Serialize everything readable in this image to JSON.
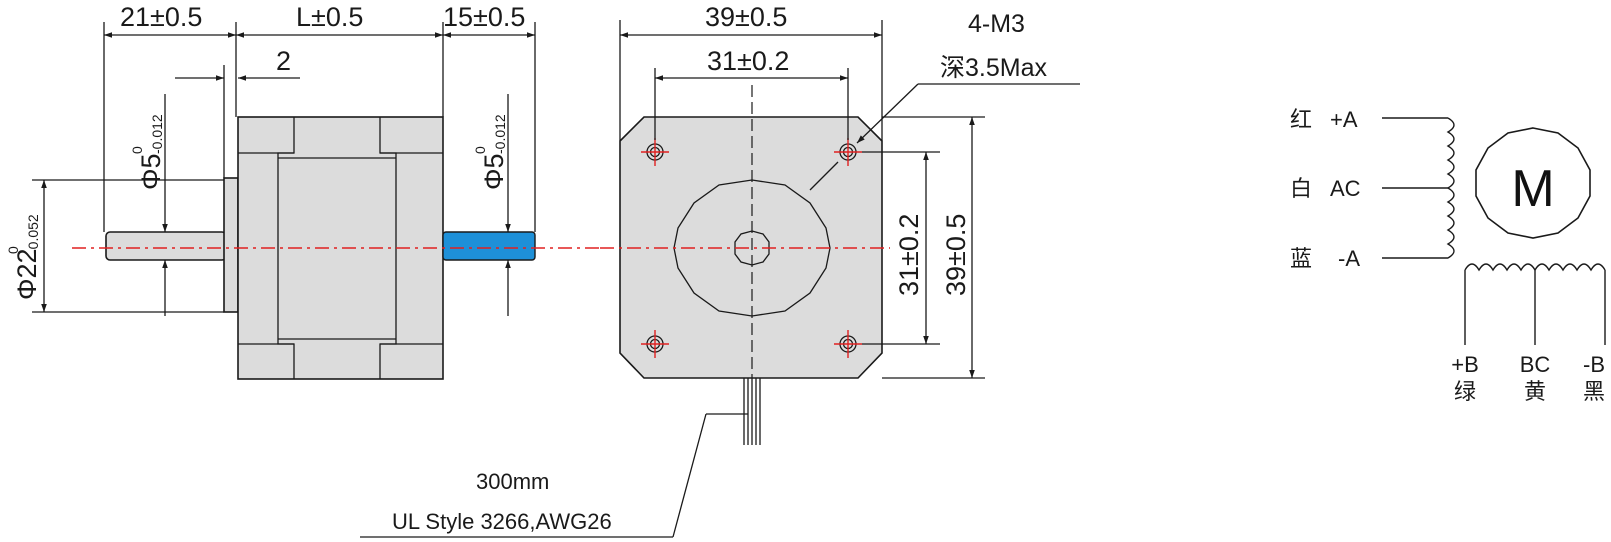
{
  "side_view": {
    "dim_front_shaft": "21±0.5",
    "dim_body_length": "L±0.5",
    "dim_rear_shaft": "15±0.5",
    "dim_flange": "2",
    "front_shaft_dia": "Φ5",
    "front_shaft_tol_upper": "0",
    "front_shaft_tol_lower": "-0.012",
    "rear_shaft_dia": "Φ5",
    "rear_shaft_tol_upper": "0",
    "rear_shaft_tol_lower": "-0.012",
    "boss_dia": "Φ22",
    "boss_tol_upper": "0",
    "boss_tol_lower": "-0.052",
    "rear_shaft_color": "#1e90d8"
  },
  "front_view": {
    "dim_width": "39±0.5",
    "dim_hole_spacing_h": "31±0.2",
    "dim_hole_spacing_v": "31±0.2",
    "dim_height": "39±0.5",
    "hole_note_line1": "4-M3",
    "hole_note_line2": "深3.5Max"
  },
  "cable_note": {
    "length": "300mm",
    "spec": "UL Style 3266,AWG26"
  },
  "wiring": {
    "motor_label": "M",
    "phase_a": [
      {
        "color_cn": "红",
        "signal": "+A"
      },
      {
        "color_cn": "白",
        "signal": "AC"
      },
      {
        "color_cn": "蓝",
        "signal": "-A"
      }
    ],
    "phase_b": [
      {
        "signal": "+B",
        "color_cn": "绿"
      },
      {
        "signal": "BC",
        "color_cn": "黄"
      },
      {
        "signal": "-B",
        "color_cn": "黑"
      }
    ]
  }
}
